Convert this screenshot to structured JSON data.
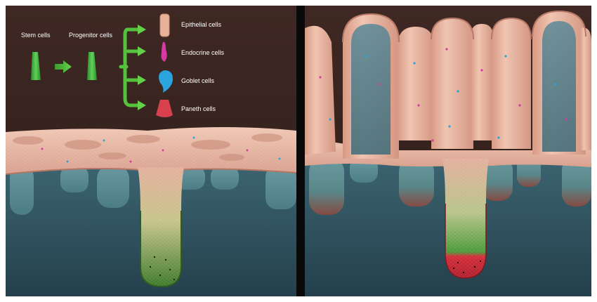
{
  "diagram": {
    "left_panel": {
      "flow": {
        "stem_label": "Stem cells",
        "progenitor_label": "Progenitor cells",
        "outputs": [
          {
            "label": "Epithelial cells",
            "icon": "epithelial-cell-icon",
            "color": "#e7b299"
          },
          {
            "label": "Endocrine cells",
            "icon": "endocrine-cell-icon",
            "color": "#d63aa5"
          },
          {
            "label": "Goblet cells",
            "icon": "goblet-cell-icon",
            "color": "#2ba3dc"
          },
          {
            "label": "Paneth cells",
            "icon": "paneth-cell-icon",
            "color": "#d8404e"
          }
        ]
      }
    },
    "colors": {
      "background": "#3e2823",
      "tissue": "#e6b7a4",
      "lumen": "#2f4f5c",
      "stem": "#3fae3f",
      "paneth": "#d8303f",
      "arrow": "#54c23a",
      "divider": "#0a0a0a"
    }
  }
}
